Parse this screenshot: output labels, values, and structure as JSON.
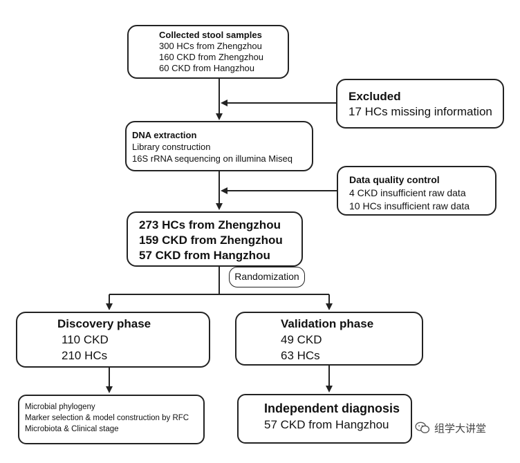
{
  "boxes": {
    "collected": {
      "lines": [
        "Collected stool samples",
        "300 HCs from Zhengzhou",
        "160 CKD from Zhengzhou",
        "60 CKD from Hangzhou"
      ]
    },
    "excluded": {
      "lines": [
        "Excluded",
        "17 HCs missing information"
      ]
    },
    "dna": {
      "lines": [
        "DNA extraction",
        "Library construction",
        "16S rRNA sequencing on illumina Miseq"
      ]
    },
    "qc": {
      "lines": [
        "Data quality control",
        "4 CKD insufficient raw data",
        "10 HCs insufficient raw data"
      ]
    },
    "cohort": {
      "lines": [
        "273 HCs from Zhengzhou",
        "159 CKD from Zhengzhou",
        "57 CKD from Hangzhou"
      ]
    },
    "randomization": "Randomization",
    "discovery": {
      "lines": [
        "Discovery phase",
        "110 CKD",
        "210 HCs"
      ]
    },
    "validation": {
      "lines": [
        "Validation phase",
        "49 CKD",
        "63 HCs"
      ]
    },
    "discovery_tasks": {
      "lines": [
        "Microbial phylogeny",
        "Marker selection & model construction by RFC",
        "Microbiota & Clinical stage"
      ]
    },
    "independent": {
      "lines": [
        "Independent diagnosis",
        "57 CKD from Hangzhou"
      ]
    }
  },
  "watermark": {
    "text": "组学大讲堂",
    "icon": "wechat-icon"
  },
  "colors": {
    "stroke": "#222222",
    "text": "#111111",
    "background": "#ffffff"
  }
}
